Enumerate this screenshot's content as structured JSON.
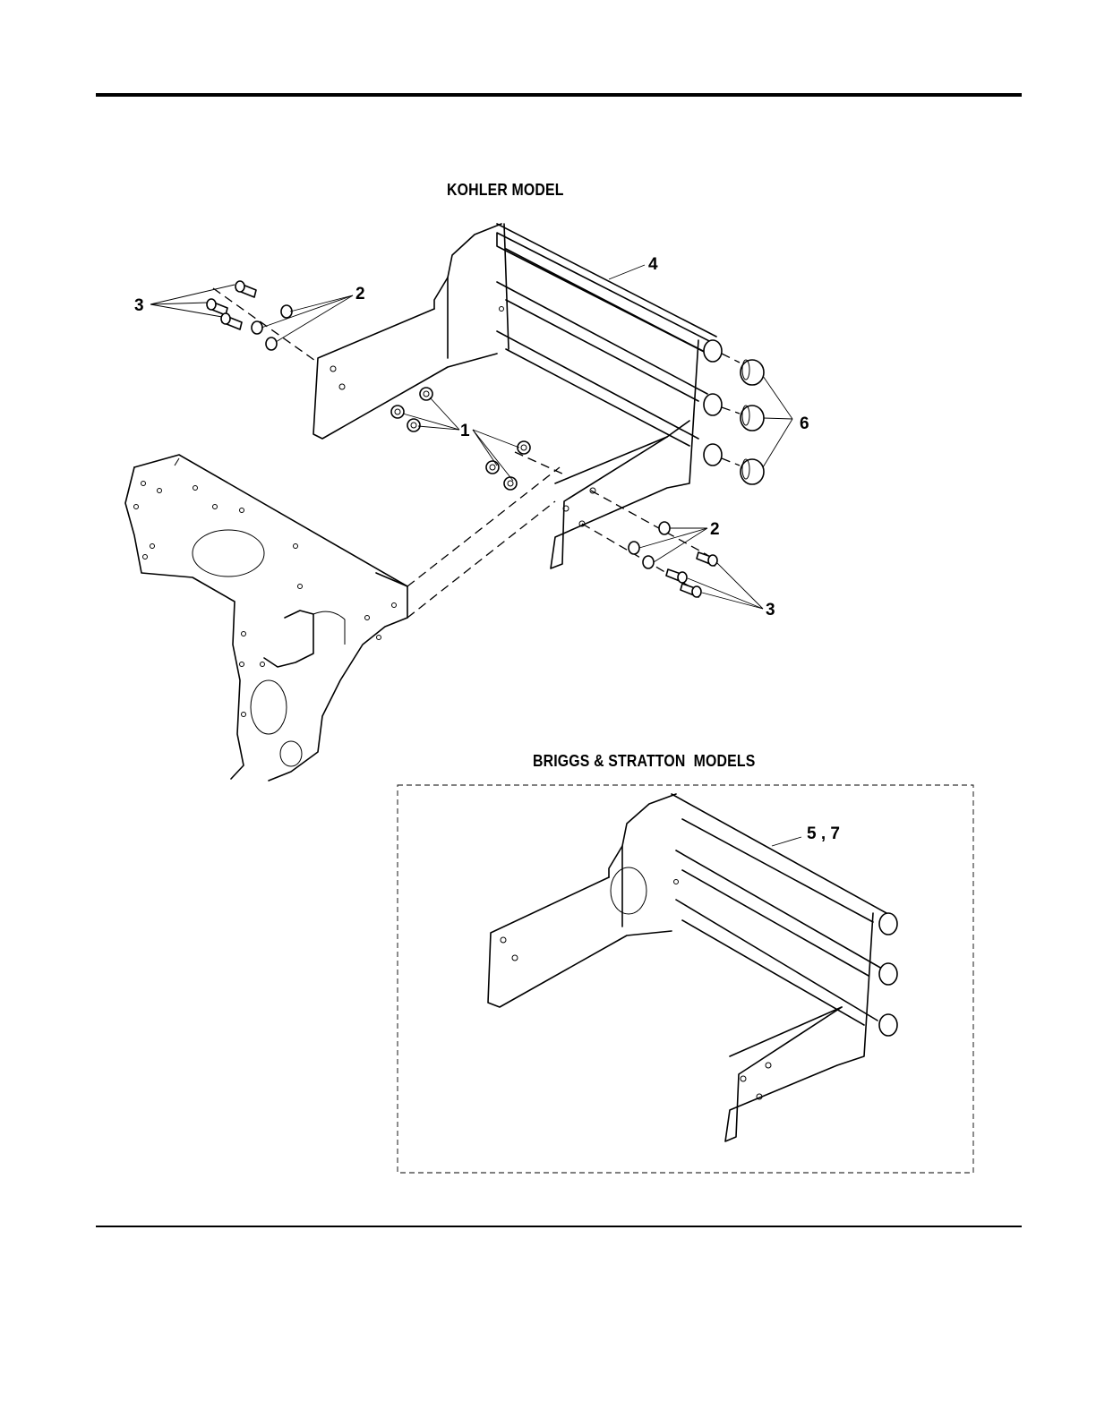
{
  "sections": {
    "kohler_title": "KOHLER MODEL",
    "briggs_title": "BRIGGS & STRATTON  MODELS"
  },
  "callouts": {
    "c1": "1",
    "c2_left": "2",
    "c2_right": "2",
    "c3_left": "3",
    "c3_right": "3",
    "c4": "4",
    "c6": "6",
    "c57": "5 , 7"
  }
}
